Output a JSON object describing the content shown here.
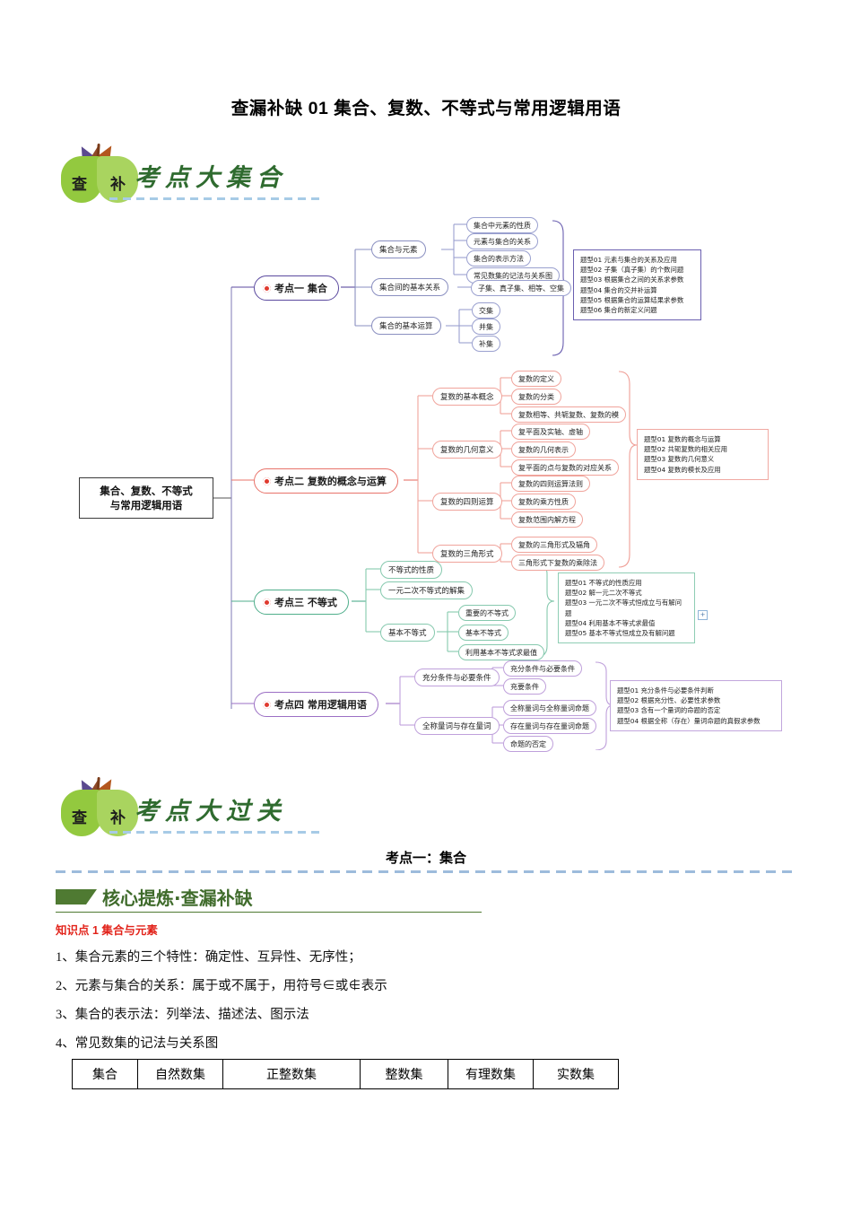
{
  "document": {
    "title": "查漏补缺 01 集合、复数、不等式与常用逻辑用语"
  },
  "banner1": {
    "badge_left": "查",
    "badge_right": "补",
    "text": "考点大集合"
  },
  "banner2": {
    "badge_left": "查",
    "badge_right": "补",
    "text": "考点大过关"
  },
  "mindmap": {
    "root": {
      "line1": "集合、复数、不等式",
      "line2": "与常用逻辑用语"
    },
    "branches": [
      {
        "topic": "考点一 集合",
        "color": "#5b4a9f",
        "subs": [
          {
            "label": "集合与元素",
            "leaves": [
              "集合中元素的性质",
              "元素与集合的关系",
              "集合的表示方法",
              "常见数集的记法与关系图"
            ]
          },
          {
            "label": "集合间的基本关系",
            "leaves": [
              "子集、真子集、相等、空集"
            ]
          },
          {
            "label": "集合的基本运算",
            "leaves": [
              "交集",
              "并集",
              "补集"
            ]
          }
        ],
        "topics_box": [
          "题型01 元素与集合的关系及应用",
          "题型02  子集（真子集）的个数问题",
          "题型03  根据集合之间的关系求参数",
          "题型04  集合的交并补运算",
          "题型05  根据集合的运算结果求参数",
          "题型06  集合的新定义问题"
        ]
      },
      {
        "topic": "考点二 复数的概念与运算",
        "color": "#e8736a",
        "subs": [
          {
            "label": "复数的基本概念",
            "leaves": [
              "复数的定义",
              "复数的分类",
              "复数相等、共轭复数、复数的模"
            ]
          },
          {
            "label": "复数的几何意义",
            "leaves": [
              "复平面及实轴、虚轴",
              "复数的几何表示",
              "复平面的点与复数的对应关系"
            ]
          },
          {
            "label": "复数的四则运算",
            "leaves": [
              "复数的四则运算法则",
              "复数的乘方性质",
              "复数范围内解方程"
            ]
          },
          {
            "label": "复数的三角形式",
            "leaves": [
              "复数的三角形式及辐角",
              "三角形式下复数的乘除法"
            ]
          }
        ],
        "topics_box": [
          "题型01 复数的概念与运算",
          "题型02 共轭复数的相关应用",
          "题型03 复数的几何意义",
          "题型04 复数的模长及应用"
        ]
      },
      {
        "topic": "考点三  不等式",
        "color": "#4fae8b",
        "subs": [
          {
            "label": "不等式的性质",
            "leaves": []
          },
          {
            "label": "一元二次不等式的解集",
            "leaves": []
          },
          {
            "label": "基本不等式",
            "leaves": [
              "重要的不等式",
              "基本不等式",
              "利用基本不等式求最值"
            ]
          }
        ],
        "topics_box": [
          "题型01 不等式的性质应用",
          "题型02  解一元二次不等式",
          "题型03  一元二次不等式恒成立与有解问题",
          "题型04  利用基本不等式求最值",
          "题型05  基本不等式恒成立及有解问题"
        ]
      },
      {
        "topic": "考点四 常用逻辑用语",
        "color": "#9b6fc4",
        "subs": [
          {
            "label": "充分条件与必要条件",
            "leaves": [
              "充分条件与必要条件",
              "充要条件"
            ]
          },
          {
            "label": "全称量词与存在量词",
            "leaves": [
              "全称量词与全称量词命题",
              "存在量词与存在量词命题",
              "命题的否定"
            ]
          }
        ],
        "topics_box": [
          "题型01 充分条件与必要条件判断",
          "题型02 根据充分性、必要性求参数",
          "题型03 含有一个量词的命题的否定",
          "题型04 根据全称（存在）量词命题的真假求参数"
        ]
      }
    ],
    "expand_button": "+"
  },
  "section": {
    "heading": "考点一：集合",
    "core_head": "核心提炼·查漏补缺",
    "knowledge_point": "知识点 1  集合与元素",
    "items": [
      "1、集合元素的三个特性：确定性、互异性、无序性；",
      "2、元素与集合的关系：属于或不属于，用符号∈或∉表示",
      "3、集合的表示法：列举法、描述法、图示法",
      "4、常见数集的记法与关系图"
    ],
    "table": {
      "headers": [
        "集合",
        "自然数集",
        "正整数集",
        "整数集",
        "有理数集",
        "实数集"
      ]
    }
  }
}
